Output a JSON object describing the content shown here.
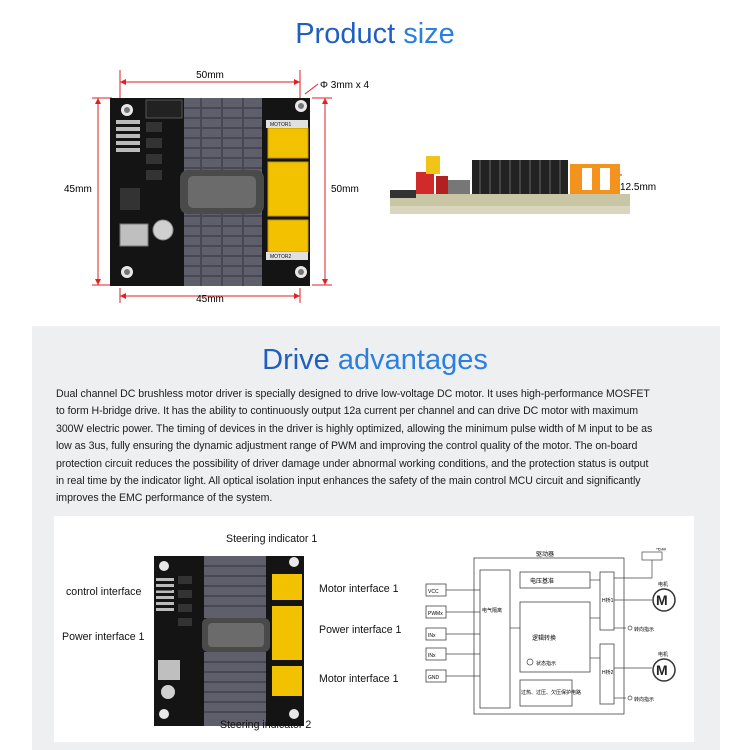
{
  "product_size": {
    "title_part1": "Product ",
    "title_part2": "size",
    "dim_top": "50mm",
    "dim_hole": "Φ 3mm x 4",
    "dim_left": "45mm",
    "dim_right": "50mm",
    "dim_bottom": "45mm",
    "dim_side": "12.5mm",
    "board_label_top": "MOTOR1",
    "board_label_bottom": "MOTOR2"
  },
  "advantages": {
    "title_part1": "Drive ",
    "title_part2": "advantages",
    "lines": [
      "Dual channel DC brushless motor driver is specially designed to drive low-voltage DC motor. It uses high-performance MOSFET",
      "to form H-bridge drive. It has the ability to continuously output 12a current per channel and can drive DC motor with maximum",
      "300W electric power. The timing of devices in the driver is highly optimized, allowing the minimum pulse width of M input to be as",
      "low as 3us, fully ensuring the dynamic adjustment range of PWM and improving the control quality of the motor. The on-board",
      "protection circuit reduces the possibility of driver damage under abnormal working conditions, and the protection status is output",
      "in real time by the indicator light. All optical isolation input enhances the safety of the main control MCU circuit and significantly",
      "improves the EMC performance of the system."
    ]
  },
  "diagram_labels": {
    "steering1": "Steering indicator 1",
    "steering2": "Steering indicator 2",
    "control": "control interface",
    "power_left": "Power interface 1",
    "motor1": "Motor interface 1",
    "power_right": "Power interface 1",
    "motor2": "Motor interface 1"
  },
  "block_diagram": {
    "driver_title": "驱动器",
    "voltage_ref": "电压基准",
    "isolation": "电气隔离",
    "logic": "逻辑转换",
    "status": "状态指示",
    "protect": "过热、过压、欠压保护电路",
    "h1": "H桥1",
    "h2": "H桥2",
    "dir1": "转向指示",
    "dir2": "转向指示",
    "power_src": "电源",
    "motor_lbl1": "电机",
    "motor_lbl2": "电机",
    "inputs": [
      "VCC",
      "PWMx",
      "INx",
      "INx",
      "GND"
    ],
    "motor_symbol": "M"
  }
}
